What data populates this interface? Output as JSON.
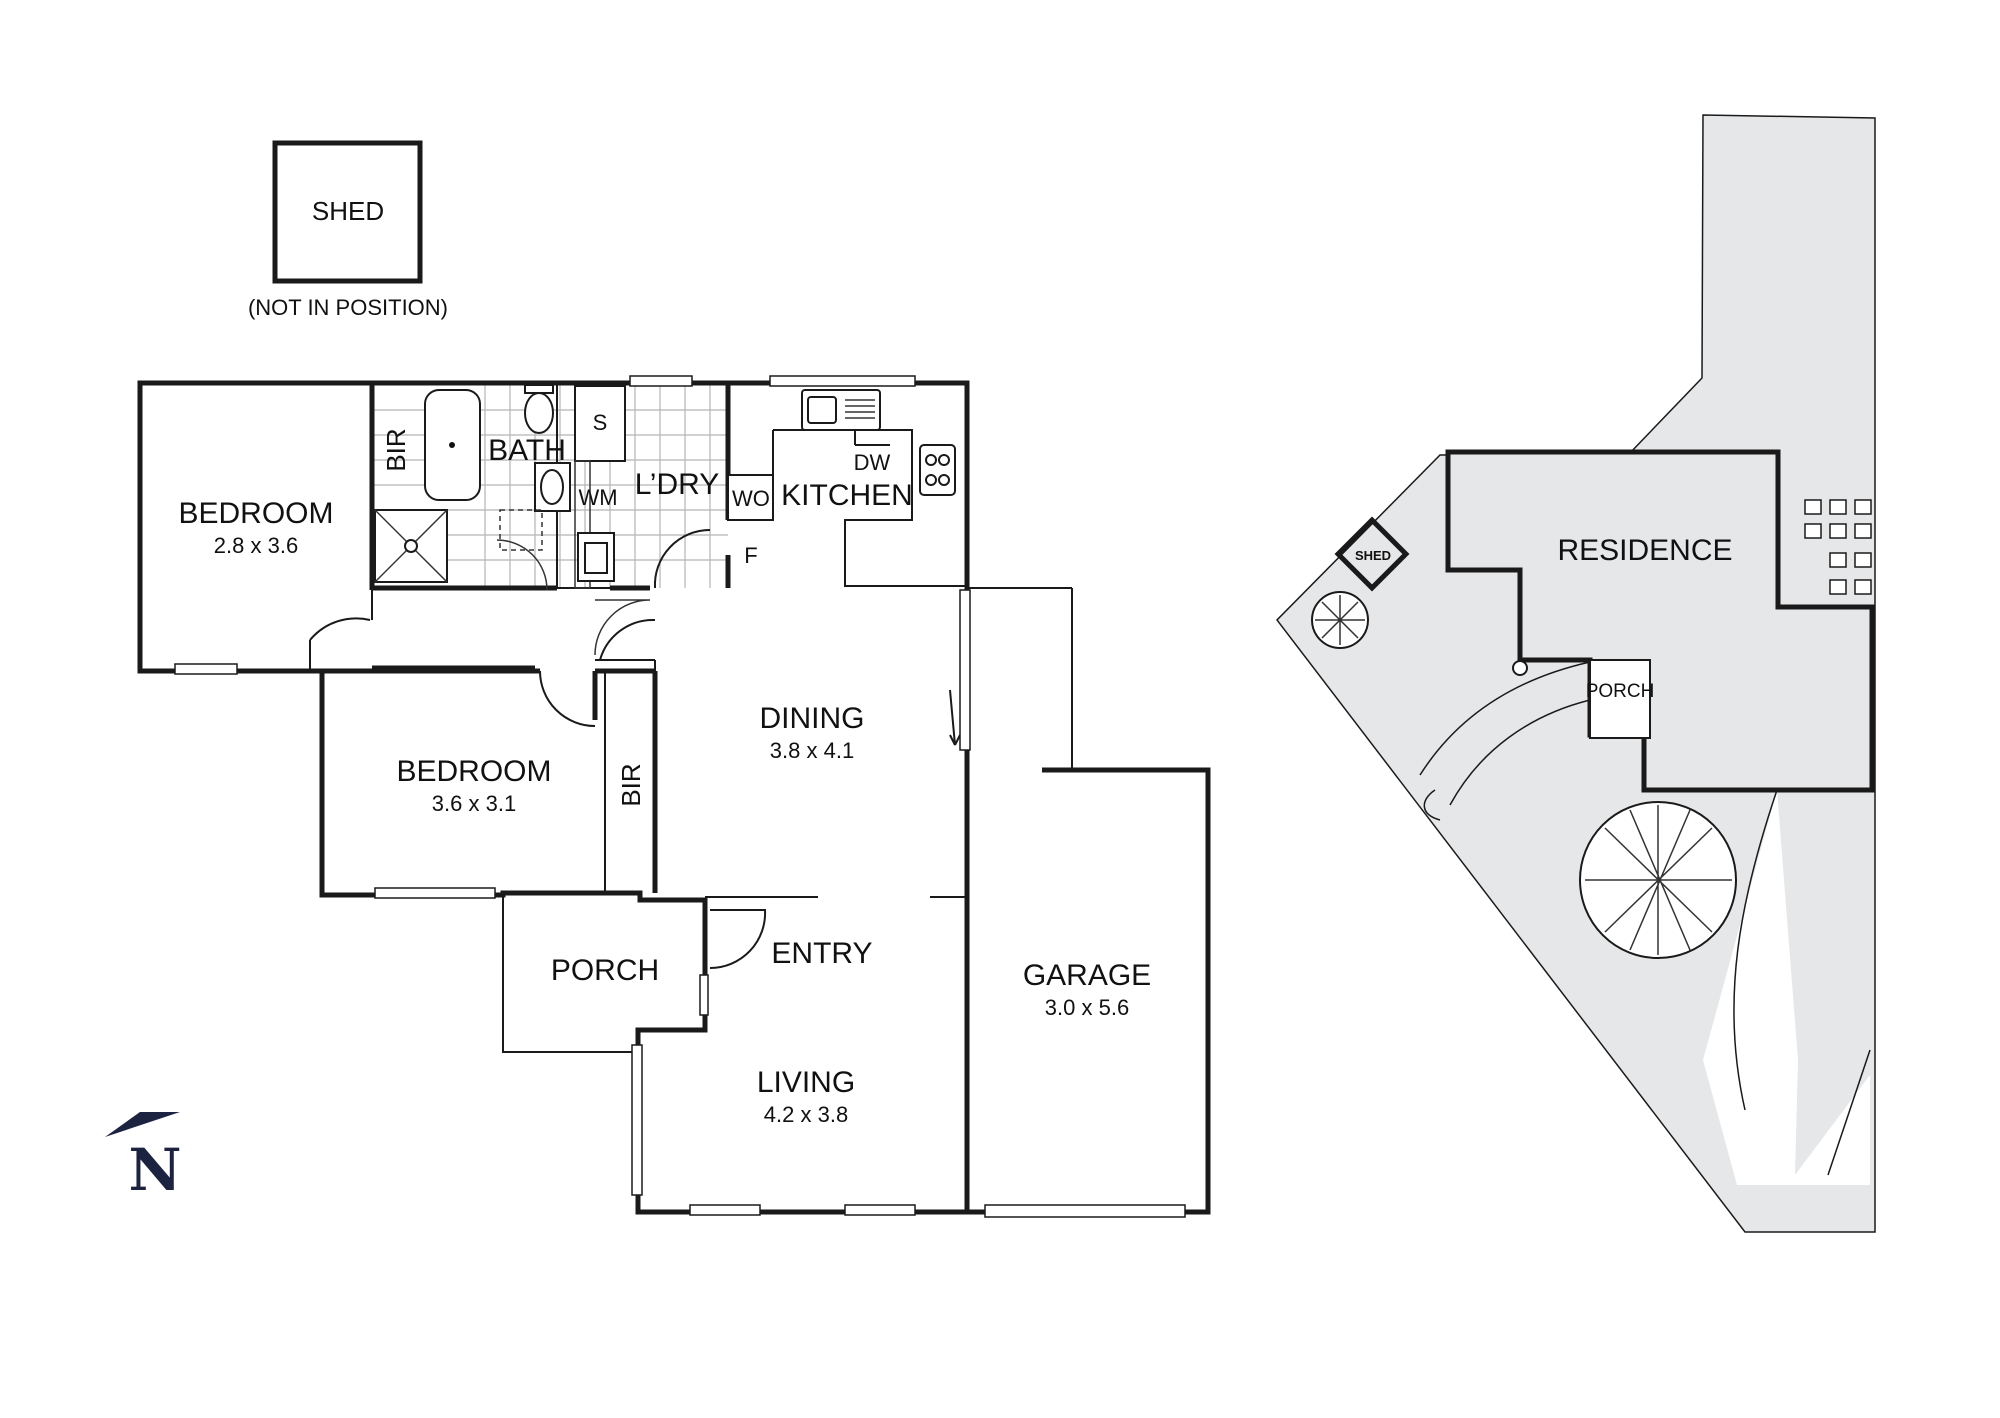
{
  "floorplan": {
    "shed": {
      "name": "SHED",
      "note": "(NOT IN POSITION)"
    },
    "rooms": {
      "bedroom1": {
        "name": "BEDROOM",
        "size": "2.8 x 3.6"
      },
      "bedroom2": {
        "name": "BEDROOM",
        "size": "3.6 x 3.1"
      },
      "dining": {
        "name": "DINING",
        "size": "3.8 x 4.1"
      },
      "living": {
        "name": "LIVING",
        "size": "4.2 x 3.8"
      },
      "garage": {
        "name": "GARAGE",
        "size": "3.0 x 5.6"
      },
      "kitchen": {
        "name": "KITCHEN"
      },
      "bath": {
        "name": "BATH"
      },
      "laundry": {
        "name": "L’DRY"
      },
      "entry": {
        "name": "ENTRY"
      },
      "porch": {
        "name": "PORCH"
      },
      "bir1": {
        "name": "BIR"
      },
      "bir2": {
        "name": "BIR"
      }
    },
    "fixtures": {
      "s": "S",
      "wm": "WM",
      "wo": "WO",
      "dw": "DW",
      "f": "F"
    }
  },
  "north": {
    "letter": "N"
  },
  "site_plan": {
    "residence": "RESIDENCE",
    "shed": "SHED",
    "porch": "PORCH"
  },
  "colors": {
    "wall": "#1a1a1a",
    "site_fill": "#e6e7e8",
    "north_arrow": "#1c2340"
  }
}
